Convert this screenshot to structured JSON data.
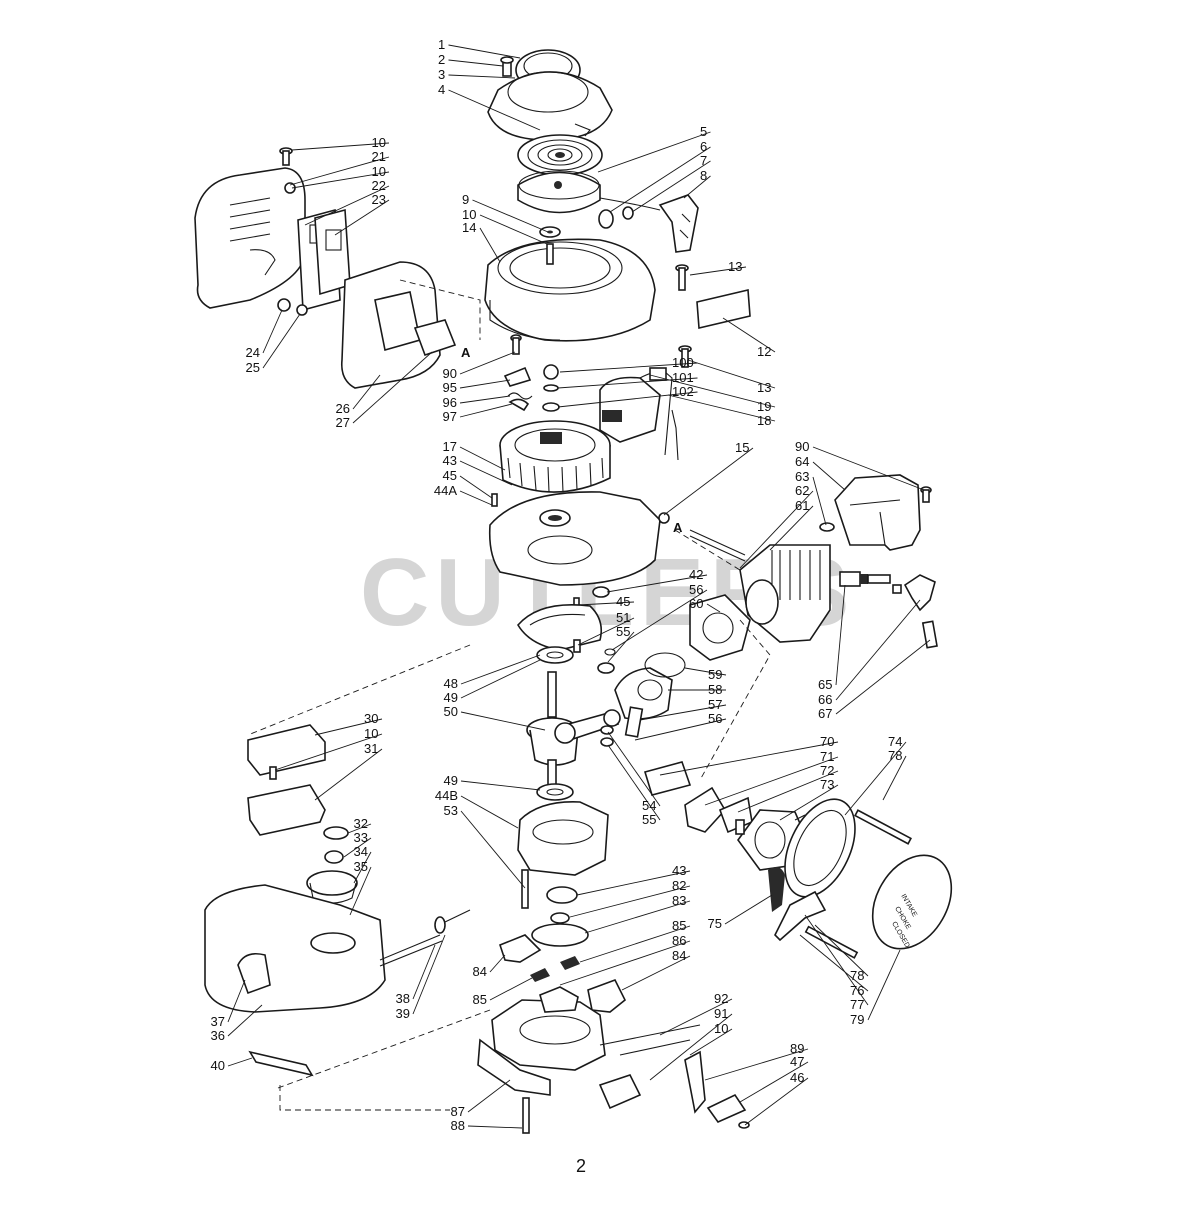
{
  "watermark": "CUTLERS",
  "page_number": "2",
  "section_mark": "A",
  "intake_cover_text": [
    "INTAKE",
    "CHOKE",
    "CLOSED"
  ],
  "callouts": [
    {
      "id": "c1",
      "text": "1"
    },
    {
      "id": "c2",
      "text": "2"
    },
    {
      "id": "c3",
      "text": "3"
    },
    {
      "id": "c4",
      "text": "4"
    },
    {
      "id": "c5",
      "text": "5"
    },
    {
      "id": "c6",
      "text": "6"
    },
    {
      "id": "c7",
      "text": "7"
    },
    {
      "id": "c8",
      "text": "8"
    },
    {
      "id": "c9",
      "text": "9"
    },
    {
      "id": "c10a",
      "text": "10"
    },
    {
      "id": "c14",
      "text": "14"
    },
    {
      "id": "c13a",
      "text": "13"
    },
    {
      "id": "c12",
      "text": "12"
    },
    {
      "id": "c10b",
      "text": "10"
    },
    {
      "id": "c21",
      "text": "21"
    },
    {
      "id": "c10c",
      "text": "10"
    },
    {
      "id": "c22",
      "text": "22"
    },
    {
      "id": "c23",
      "text": "23"
    },
    {
      "id": "c24",
      "text": "24"
    },
    {
      "id": "c25",
      "text": "25"
    },
    {
      "id": "c26",
      "text": "26"
    },
    {
      "id": "c27",
      "text": "27"
    },
    {
      "id": "c90a",
      "text": "90"
    },
    {
      "id": "c95",
      "text": "95"
    },
    {
      "id": "c96",
      "text": "96"
    },
    {
      "id": "c97",
      "text": "97"
    },
    {
      "id": "c100",
      "text": "100"
    },
    {
      "id": "c101",
      "text": "101"
    },
    {
      "id": "c102",
      "text": "102"
    },
    {
      "id": "c13b",
      "text": "13"
    },
    {
      "id": "c19",
      "text": "19"
    },
    {
      "id": "c18",
      "text": "18"
    },
    {
      "id": "c17",
      "text": "17"
    },
    {
      "id": "c43a",
      "text": "43"
    },
    {
      "id": "c45a",
      "text": "45"
    },
    {
      "id": "c44A",
      "text": "44A"
    },
    {
      "id": "c15",
      "text": "15"
    },
    {
      "id": "c90b",
      "text": "90"
    },
    {
      "id": "c64",
      "text": "64"
    },
    {
      "id": "c63",
      "text": "63"
    },
    {
      "id": "c62",
      "text": "62"
    },
    {
      "id": "c61",
      "text": "61"
    },
    {
      "id": "c42",
      "text": "42"
    },
    {
      "id": "c56a",
      "text": "56"
    },
    {
      "id": "c60",
      "text": "60"
    },
    {
      "id": "c45b",
      "text": "45"
    },
    {
      "id": "c51",
      "text": "51"
    },
    {
      "id": "c55a",
      "text": "55"
    },
    {
      "id": "c59",
      "text": "59"
    },
    {
      "id": "c58",
      "text": "58"
    },
    {
      "id": "c48",
      "text": "48"
    },
    {
      "id": "c49a",
      "text": "49"
    },
    {
      "id": "c50",
      "text": "50"
    },
    {
      "id": "c57",
      "text": "57"
    },
    {
      "id": "c56b",
      "text": "56"
    },
    {
      "id": "c65",
      "text": "65"
    },
    {
      "id": "c66",
      "text": "66"
    },
    {
      "id": "c67",
      "text": "67"
    },
    {
      "id": "c30",
      "text": "30"
    },
    {
      "id": "c10d",
      "text": "10"
    },
    {
      "id": "c31",
      "text": "31"
    },
    {
      "id": "c70",
      "text": "70"
    },
    {
      "id": "c71",
      "text": "71"
    },
    {
      "id": "c72",
      "text": "72"
    },
    {
      "id": "c73",
      "text": "73"
    },
    {
      "id": "c74",
      "text": "74"
    },
    {
      "id": "c78a",
      "text": "78"
    },
    {
      "id": "c49b",
      "text": "49"
    },
    {
      "id": "c44B",
      "text": "44B"
    },
    {
      "id": "c53",
      "text": "53"
    },
    {
      "id": "c54",
      "text": "54"
    },
    {
      "id": "c55b",
      "text": "55"
    },
    {
      "id": "c32",
      "text": "32"
    },
    {
      "id": "c33",
      "text": "33"
    },
    {
      "id": "c34",
      "text": "34"
    },
    {
      "id": "c35",
      "text": "35"
    },
    {
      "id": "c43b",
      "text": "43"
    },
    {
      "id": "c82",
      "text": "82"
    },
    {
      "id": "c83",
      "text": "83"
    },
    {
      "id": "c75",
      "text": "75"
    },
    {
      "id": "c85a",
      "text": "85"
    },
    {
      "id": "c86",
      "text": "86"
    },
    {
      "id": "c84a",
      "text": "84"
    },
    {
      "id": "c84b",
      "text": "84"
    },
    {
      "id": "c85b",
      "text": "85"
    },
    {
      "id": "c38",
      "text": "38"
    },
    {
      "id": "c39",
      "text": "39"
    },
    {
      "id": "c78b",
      "text": "78"
    },
    {
      "id": "c76",
      "text": "76"
    },
    {
      "id": "c77",
      "text": "77"
    },
    {
      "id": "c79",
      "text": "79"
    },
    {
      "id": "c92",
      "text": "92"
    },
    {
      "id": "c91",
      "text": "91"
    },
    {
      "id": "c10e",
      "text": "10"
    },
    {
      "id": "c37",
      "text": "37"
    },
    {
      "id": "c36",
      "text": "36"
    },
    {
      "id": "c40",
      "text": "40"
    },
    {
      "id": "c89",
      "text": "89"
    },
    {
      "id": "c47",
      "text": "47"
    },
    {
      "id": "c46",
      "text": "46"
    },
    {
      "id": "c87",
      "text": "87"
    },
    {
      "id": "c88",
      "text": "88"
    }
  ]
}
